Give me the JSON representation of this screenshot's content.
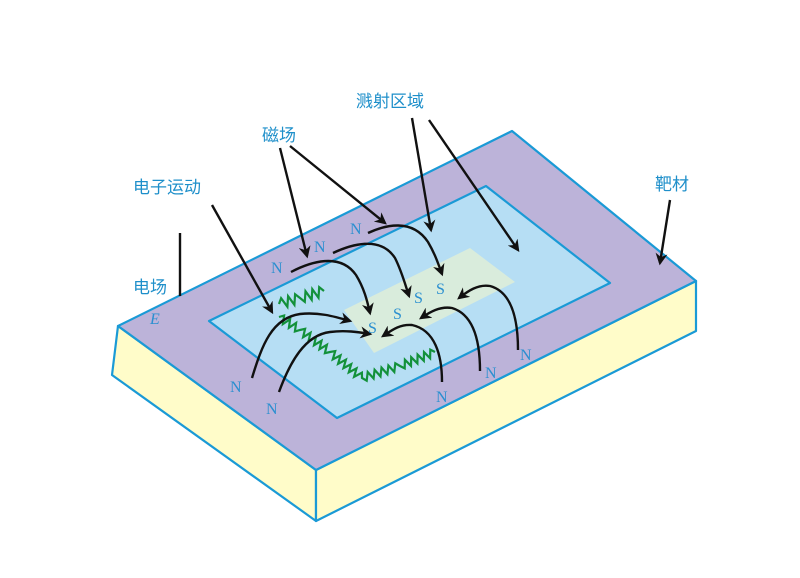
{
  "labels": {
    "sputter_region": "溅射区域",
    "magnetic_field": "磁场",
    "electron_motion": "电子运动",
    "target": "靶材",
    "electric_field": "电场",
    "electric_field_symbol": "E"
  },
  "poles": {
    "north": [
      "N",
      "N",
      "N",
      "N",
      "N",
      "N",
      "N",
      "N"
    ],
    "south": [
      "S",
      "S",
      "S",
      "S"
    ]
  },
  "colors": {
    "target_surface": "#bcb3d9",
    "inner_region": "#b6def4",
    "sputter_zone": "#d9ecdc",
    "side_faces": "#fffcc9",
    "edges": "#1a9ad6",
    "text": "#1e8fca",
    "electron_path": "#13913a",
    "arrows": "#111111"
  }
}
